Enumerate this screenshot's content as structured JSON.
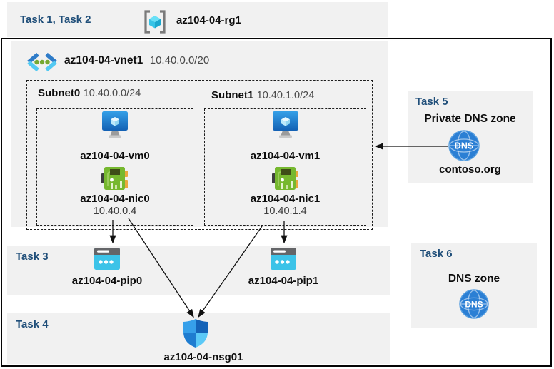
{
  "tasks": {
    "task12_label": "Task 1, Task 2",
    "task3_label": "Task 3",
    "task4_label": "Task 4",
    "task5_label": "Task 5",
    "task6_label": "Task 6"
  },
  "resource_group": {
    "name": "az104-04-rg1"
  },
  "vnet": {
    "name": "az104-04-vnet1",
    "cidr": "10.40.0.0/20"
  },
  "subnets": [
    {
      "name": "Subnet0",
      "cidr": "10.40.0.0/24",
      "vm": "az104-04-vm0",
      "nic": "az104-04-nic0",
      "ip": "10.40.0.4"
    },
    {
      "name": "Subnet1",
      "cidr": "10.40.1.0/24",
      "vm": "az104-04-vm1",
      "nic": "az104-04-nic1",
      "ip": "10.40.1.4"
    }
  ],
  "public_ips": [
    {
      "name": "az104-04-pip0"
    },
    {
      "name": "az104-04-pip1"
    }
  ],
  "nsg": {
    "name": "az104-04-nsg01"
  },
  "private_dns": {
    "title": "Private DNS zone",
    "zone": "contoso.org",
    "icon_label": "DNS"
  },
  "dns_zone": {
    "title": "DNS zone",
    "icon_label": "DNS"
  },
  "colors": {
    "task_label_blue": "#1F4E79",
    "panel_gray": "#F1F1F1",
    "vm_screen_blue": "#2386DC",
    "nic_green": "#76B82F",
    "nic_tab_yellow": "#EBA73E",
    "pip_cyan": "#3CC3E8",
    "pip_bar_gray": "#646568",
    "dns_globe_blue": "#2B7FD4",
    "nsg_shield_light": "#36A0EA",
    "nsg_shield_dark": "#1463B8",
    "nsg_shield_cyan": "#5BC9F7",
    "vnet_chevron_blue": "#2E7BC8",
    "vnet_chevron_cyan": "#53C9F2",
    "vnet_dot_green": "#76A832",
    "arrow_black": "#111111"
  }
}
